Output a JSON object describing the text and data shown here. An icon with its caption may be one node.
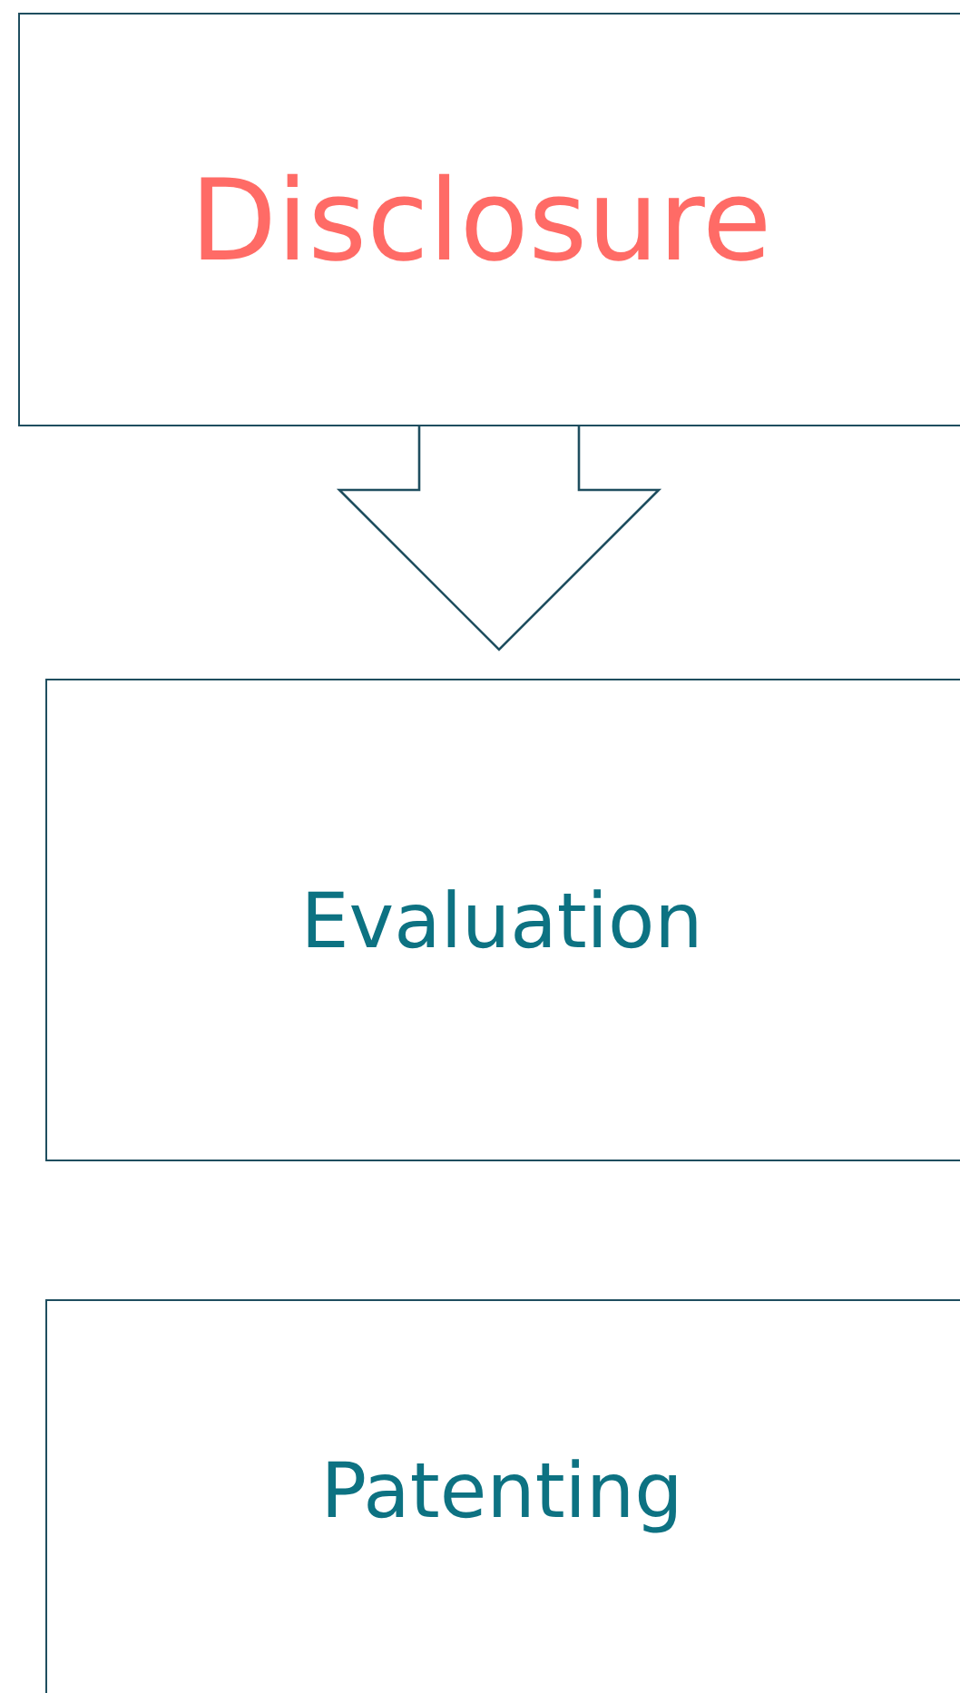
{
  "diagram": {
    "nodes": [
      {
        "text": [
          "Disclosure"
        ]
      },
      {
        "text": [
          "Evaluation"
        ]
      },
      {
        "text": [
          "Patenting"
        ]
      }
    ],
    "edges": [
      {
        "from": 0,
        "to": 1,
        "arrow": "to"
      }
    ]
  }
}
